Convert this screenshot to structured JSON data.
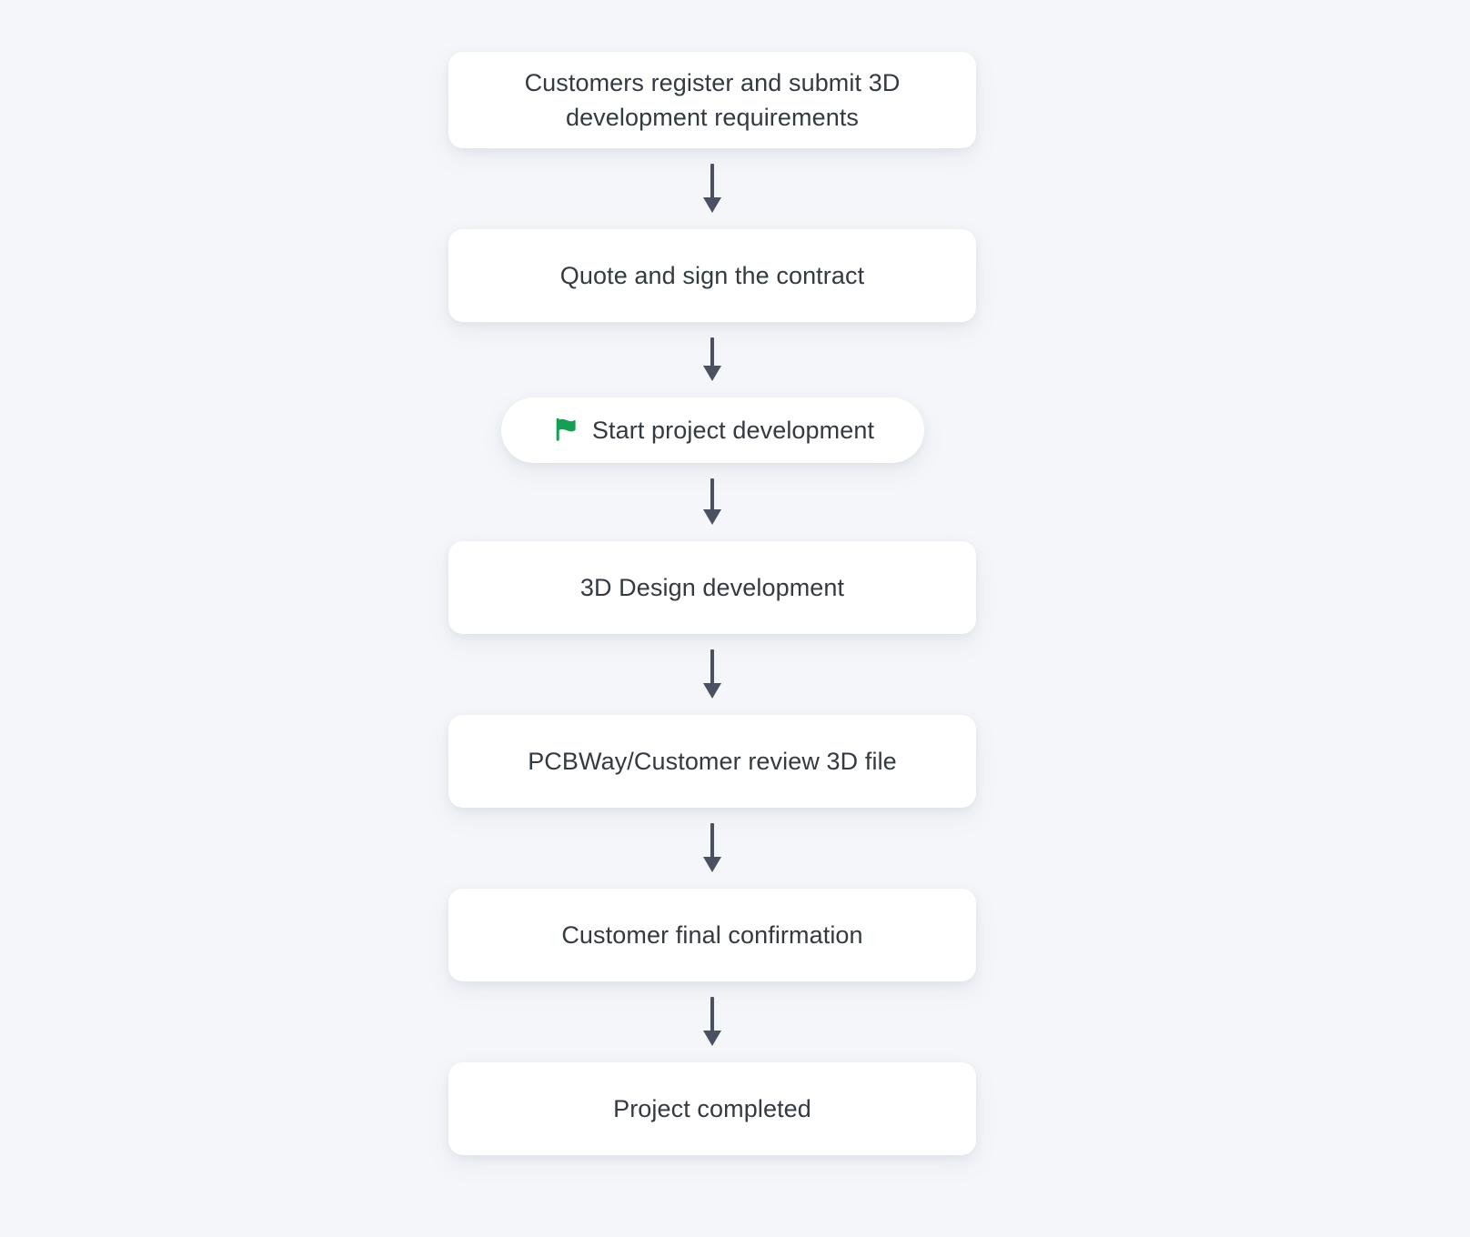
{
  "canvas": {
    "background_color": "#f4f6f9",
    "node_background_color": "#ffffff",
    "text_color": "#343a42",
    "arrow_color": "#4a5261",
    "accent_color": "#12a150"
  },
  "flowchart": {
    "type": "vertical-linear-flow",
    "direction": "top-to-bottom",
    "node_count": 7,
    "connector_count": 6,
    "nodes": [
      {
        "id": "node-register",
        "label": "Customers register and submit 3D development requirements",
        "shape": "rounded-rect",
        "icon": null
      },
      {
        "id": "node-quote",
        "label": "Quote and sign the contract",
        "shape": "rounded-rect",
        "icon": null
      },
      {
        "id": "node-start",
        "label": "Start project development",
        "shape": "pill",
        "icon": "green-flag-icon"
      },
      {
        "id": "node-design",
        "label": "3D Design development",
        "shape": "rounded-rect",
        "icon": null
      },
      {
        "id": "node-review",
        "label": "PCBWay/Customer review 3D file",
        "shape": "rounded-rect",
        "icon": null
      },
      {
        "id": "node-confirm",
        "label": "Customer final confirmation",
        "shape": "rounded-rect",
        "icon": null
      },
      {
        "id": "node-completed",
        "label": "Project completed",
        "shape": "rounded-rect",
        "icon": null
      }
    ],
    "connectors": [
      {
        "id": "arrow-1",
        "from": "node-register",
        "to": "node-quote",
        "glyph": "down-arrow"
      },
      {
        "id": "arrow-2",
        "from": "node-quote",
        "to": "node-start",
        "glyph": "down-arrow"
      },
      {
        "id": "arrow-3",
        "from": "node-start",
        "to": "node-design",
        "glyph": "down-arrow"
      },
      {
        "id": "arrow-4",
        "from": "node-design",
        "to": "node-review",
        "glyph": "down-arrow"
      },
      {
        "id": "arrow-5",
        "from": "node-review",
        "to": "node-confirm",
        "glyph": "down-arrow"
      },
      {
        "id": "arrow-6",
        "from": "node-confirm",
        "to": "node-completed",
        "glyph": "down-arrow"
      }
    ]
  }
}
